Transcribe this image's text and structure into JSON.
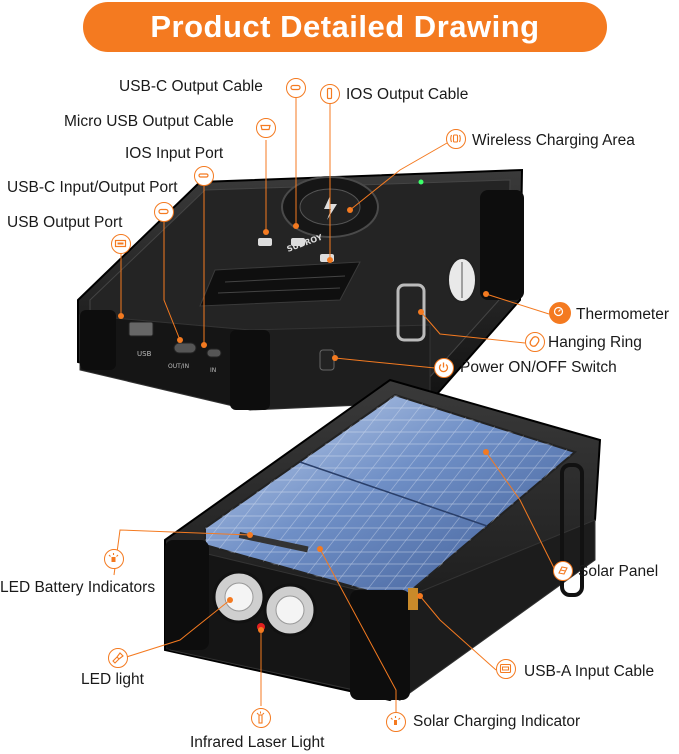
{
  "banner": {
    "title": "Product  Detailed Drawing"
  },
  "labels": {
    "usbc_output_cable": "USB-C Output Cable",
    "ios_output_cable": "IOS Output Cable",
    "micro_usb_output_cable": "Micro USB Output Cable",
    "wireless_charging_area": "Wireless Charging Area",
    "ios_input_port": "IOS Input Port",
    "usbc_input_output_port": "USB-C Input/Output Port",
    "usb_output_port": "USB Output Port",
    "thermometer": "Thermometer",
    "hanging_ring": "Hanging Ring",
    "power_switch": "Power ON/OFF Switch",
    "solar_panel": "Solar Panel",
    "led_battery_indicators": "LED Battery Indicators",
    "led_light": "LED light",
    "usba_input_cable": "USB-A Input Cable",
    "solar_charging_indicator": "Solar Charging Indicator",
    "infrared_laser_light": "Infrared Laser Light"
  },
  "device": {
    "brand": "SUDROY",
    "port_labels": {
      "usb": "USB",
      "usbc": "OUT/IN",
      "in": "IN"
    }
  },
  "colors": {
    "accent": "#f47a20",
    "body": "#1c1c1c",
    "panel": "#6e8fc4"
  },
  "icons": {
    "usbc_output_cable": "usb-c-icon",
    "ios_output_cable": "lightning-icon",
    "micro_usb_output_cable": "micro-usb-icon",
    "wireless_charging_area": "wireless-icon",
    "ios_input_port": "lightning-port-icon",
    "usbc_input_output_port": "usb-c-port-icon",
    "usb_output_port": "usb-port-icon",
    "thermometer": "thermometer-icon",
    "hanging_ring": "carabiner-icon",
    "power_switch": "power-icon",
    "solar_panel": "solar-panel-icon",
    "led_battery_indicators": "led-indicator-icon",
    "led_light": "flashlight-icon",
    "usba_input_cable": "usb-a-icon",
    "solar_charging_indicator": "sun-indicator-icon",
    "infrared_laser_light": "laser-icon"
  }
}
